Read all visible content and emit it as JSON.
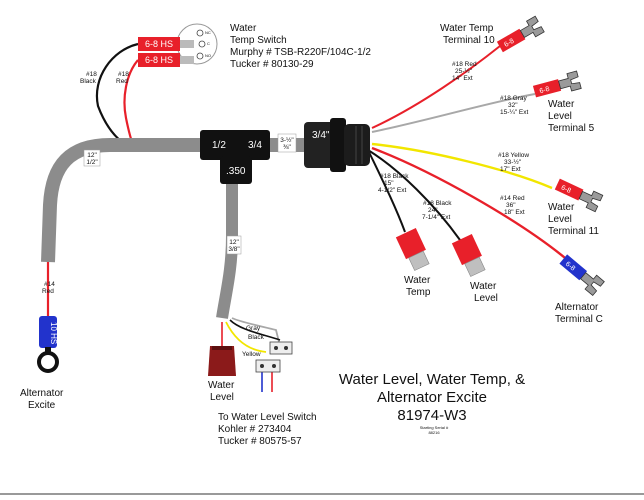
{
  "colors": {
    "harness": "#8c8c8c",
    "red": "#e8202a",
    "black": "#111111",
    "yellow": "#f2e600",
    "gray": "#a8a8a8",
    "blue": "#2233cc",
    "spade_gray": "#9a9a9a"
  },
  "temp_switch": {
    "title_lines": [
      "Water",
      "Temp Switch",
      "Murphy # TSB-R220F/104C-1/2",
      "Tucker # 80130-29"
    ],
    "terminals": [
      "NC",
      "C",
      "NO"
    ],
    "connector_label_1": "6-8 HS",
    "connector_label_2": "6-8 HS",
    "wire_black_lines": [
      "#18",
      "Black"
    ],
    "wire_red_lines": [
      "#18",
      "Red"
    ]
  },
  "harness": {
    "tee_left": "1/2",
    "tee_right": "3/4",
    "tee_bottom": ".350",
    "gland": "3/4\"",
    "left_length_lines": [
      "12\"",
      "1/2\""
    ],
    "mid_length_lines": [
      "3-½\"",
      "⅜\""
    ],
    "down_length_lines": [
      "12\"",
      "3/8\""
    ]
  },
  "branches": {
    "water_temp_t10": {
      "wire_lines": [
        "#18 Red",
        "25-½\"",
        "14\" Ext"
      ],
      "lug": "6-8",
      "label_lines": [
        "Water Temp",
        "Terminal 10"
      ]
    },
    "water_level_t5": {
      "wire_lines": [
        "#18 Gray",
        "32\"",
        "15-¼\" Ext"
      ],
      "lug": "6-8",
      "label_lines": [
        "Water",
        "Level",
        "Terminal 5"
      ]
    },
    "water_level_t11": {
      "wire_lines": [
        "#18 Yellow",
        "33-½\"",
        "17\" Ext"
      ],
      "lug": "6-8",
      "label_lines": [
        "Water",
        "Level",
        "Terminal 11"
      ]
    },
    "alt_terminal_c": {
      "wire_lines": [
        "#14 Red",
        "36\"",
        "18\" Ext"
      ],
      "lug": "6-8",
      "label_lines": [
        "Alternator",
        "Terminal C"
      ]
    },
    "water_temp_conn": {
      "wire_lines": [
        "#18 Black",
        "15\"",
        "4-1/2\" Ext"
      ],
      "label_lines": [
        "Water",
        "Temp"
      ]
    },
    "water_level_conn": {
      "wire_lines": [
        "#18 Black",
        "24\"",
        "7-1/4\" Ext"
      ],
      "label_lines": [
        "Water",
        "Level"
      ]
    }
  },
  "alternator_excite": {
    "wire_lines": [
      "#14",
      "Red"
    ],
    "lug": "10 HS",
    "label_lines": [
      "Alternator",
      "Excite"
    ]
  },
  "level_switch": {
    "gray": "Gray",
    "black": "Black",
    "yellow": "Yellow",
    "part_lines": [
      "Water",
      "Level"
    ],
    "title_lines": [
      "To Water Level Switch",
      "Kohler # 273404",
      "Tucker # 80575-57"
    ]
  },
  "title": {
    "lines": [
      "Water Level, Water Temp, &",
      "Alternator Excite",
      "81974-W3"
    ],
    "serial_lines": [
      "Starting Serial #",
      "88216"
    ]
  }
}
